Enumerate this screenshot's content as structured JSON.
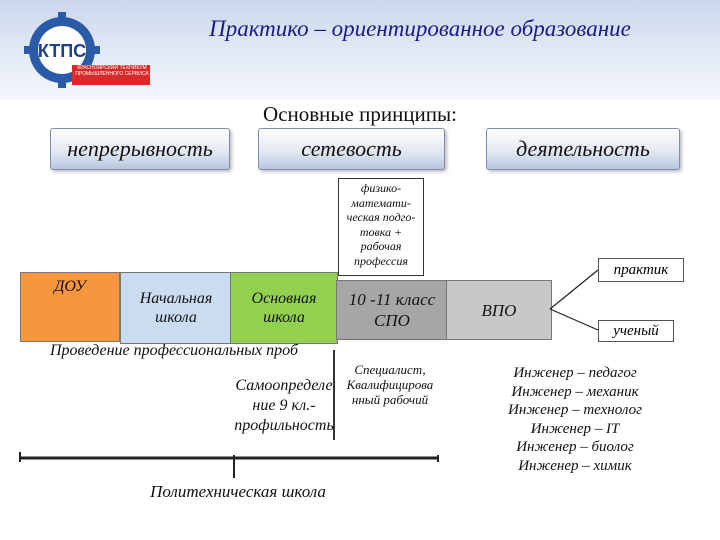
{
  "header": {
    "title": "Практико – ориентированное образование",
    "logo_text": "КТПС",
    "logo_caption": "КРАСНОЯРСКИЙ ТЕХНИКУМ ПРОМЫШЛЕННОГО СЕРВИСА"
  },
  "subtitle": "Основные принципы:",
  "principles": [
    "непрерывность",
    "сетевость",
    "деятельность"
  ],
  "stages": {
    "dou": "ДОУ",
    "primary": "Начальная школа",
    "main": "Основная школа",
    "grade10": "10 -11 класс СПО",
    "vpo": "ВПО"
  },
  "stage_colors": {
    "dou": "#f7963e",
    "primary": "#cbdcf0",
    "main": "#92d050",
    "grade10": "#a6a6a6",
    "vpo": "#c8c8c8"
  },
  "note_physmath": "физико-математи-ческая подго-товка + рабочая профессия",
  "branches": [
    "практик",
    "ученый"
  ],
  "note_probes": "Проведение профессиональных проб",
  "note_self": "Самоопределе ние 9 кл.- профильность",
  "note_specialist": "Специалист, Квалифицирова нный рабочий",
  "engineers": [
    "Инженер – педагог",
    "Инженер – механик",
    "Инженер – технолог",
    "Инженер – IT",
    "Инженер – биолог",
    "Инженер – химик"
  ],
  "polytech": "Политехническая школа"
}
